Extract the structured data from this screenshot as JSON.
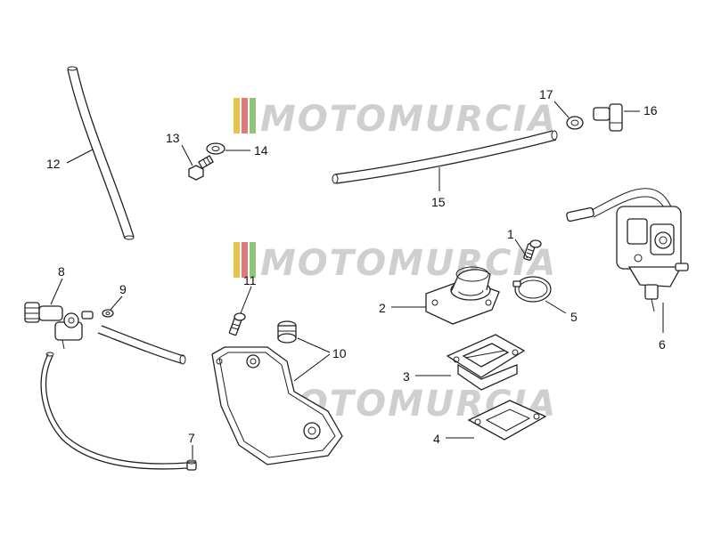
{
  "watermark": {
    "text": "MOTOMURCIA",
    "stripe_colors": [
      "#e9c24a",
      "#e07a7a",
      "#8fc47a",
      "#cfcfcf"
    ]
  },
  "callouts": {
    "p1": "1",
    "p2": "2",
    "p3": "3",
    "p4": "4",
    "p5": "5",
    "p6": "6",
    "p7": "7",
    "p8": "8",
    "p9": "9",
    "p10": "10",
    "p11": "11",
    "p12": "12",
    "p13": "13",
    "p14": "14",
    "p15": "15",
    "p16": "16",
    "p17": "17"
  }
}
